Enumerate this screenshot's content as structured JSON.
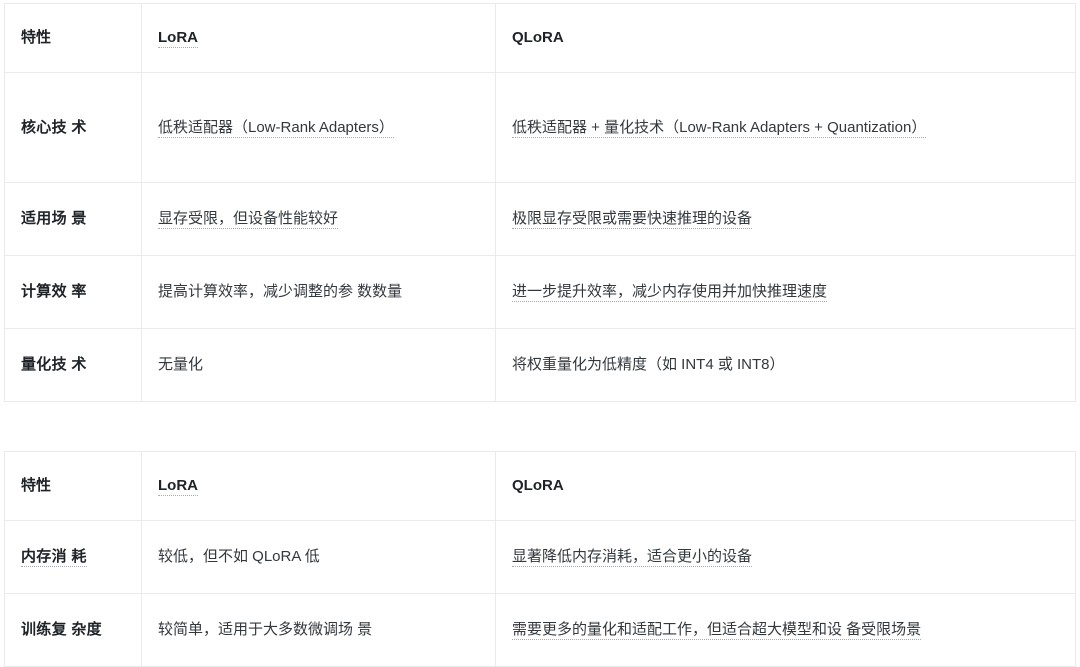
{
  "tables": [
    {
      "name": "lora-qlora-comparison-part1",
      "headers": [
        "特性",
        "LoRA",
        "QLoRA"
      ],
      "rows": [
        {
          "feature": "核心技 术",
          "lora": "低秩适配器（Low-Rank Adapters）",
          "qlora": "低秩适配器 + 量化技术（Low-Rank Adapters + Quantization）"
        },
        {
          "feature": "适用场 景",
          "lora": "显存受限，但设备性能较好",
          "qlora": "极限显存受限或需要快速推理的设备"
        },
        {
          "feature": "计算效 率",
          "lora": "提高计算效率，减少调整的参 数数量",
          "qlora": "进一步提升效率，减少内存使用并加快推理速度"
        },
        {
          "feature": "量化技 术",
          "lora": "无量化",
          "qlora": "将权重量化为低精度（如 INT4 或 INT8）"
        }
      ]
    },
    {
      "name": "lora-qlora-comparison-part2",
      "headers": [
        "特性",
        "LoRA",
        "QLoRA"
      ],
      "rows": [
        {
          "feature": "内存消 耗",
          "lora": "较低，但不如 QLoRA 低",
          "qlora": "显著降低内存消耗，适合更小的设备"
        },
        {
          "feature": "训练复 杂度",
          "lora": "较简单，适用于大多数微调场 景",
          "qlora": "需要更多的量化和适配工作，但适合超大模型和设 备受限场景"
        }
      ]
    }
  ],
  "colors": {
    "background": "#ffffff",
    "border": "#e9eaec",
    "header_text": "#1f2328",
    "body_text": "#33383d",
    "dotted_underline": "#a8acb1"
  }
}
